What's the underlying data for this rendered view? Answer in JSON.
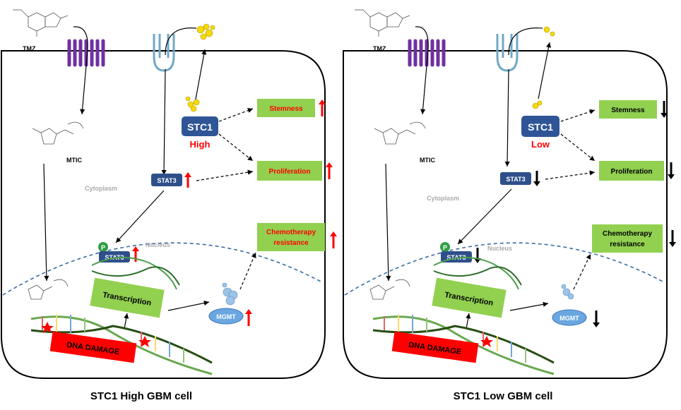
{
  "left": {
    "tmz": "TMZ",
    "mtic": "MTIC",
    "cytoplasm": "Cytoplasm",
    "nucleus": "Nucleus",
    "stc1": "STC1",
    "level": "High",
    "stat3_cyto": "STAT3",
    "stat3_nuc": "STAT3",
    "phospho": "P",
    "stemness": "Stemness",
    "proliferation": "Proliferation",
    "chemo_line1": "Chemotherapy",
    "chemo_line2": "resistance",
    "transcription": "Transcription",
    "mgmt": "MGMT",
    "dna_damage": "DNA DAMAGE",
    "caption": "STC1 High GBM cell",
    "direction": "up"
  },
  "right": {
    "tmz": "TMZ",
    "mtic": "MTIC",
    "cytoplasm": "Cytoplasm",
    "nucleus": "Nucleus",
    "stc1": "STC1",
    "level": "Low",
    "stat3_cyto": "STAT3",
    "stat3_nuc": "STAT3",
    "phospho": "P",
    "stemness": "Stemness",
    "proliferation": "Proliferation",
    "chemo_line1": "Chemotherapy",
    "chemo_line2": "resistance",
    "transcription": "Transcription",
    "mgmt": "MGMT",
    "dna_damage": "DNA DAMAGE",
    "caption": "STC1 Low GBM cell",
    "direction": "down"
  },
  "colors": {
    "box_green": "#92d050",
    "stc1_blue": "#2f5597",
    "stat3_blue": "#2e4f8a",
    "text_red": "#ff0000",
    "arrow_up": "#ff0000",
    "arrow_down": "#000000",
    "receptor_purple": "#7030a0",
    "receptor_blue": "#6fa8c8",
    "nucleus_dash": "#3a6ea5",
    "mgmt_blue": "#9dc3e6",
    "p_green": "#2e9e44",
    "damage_red": "#ff0000"
  }
}
